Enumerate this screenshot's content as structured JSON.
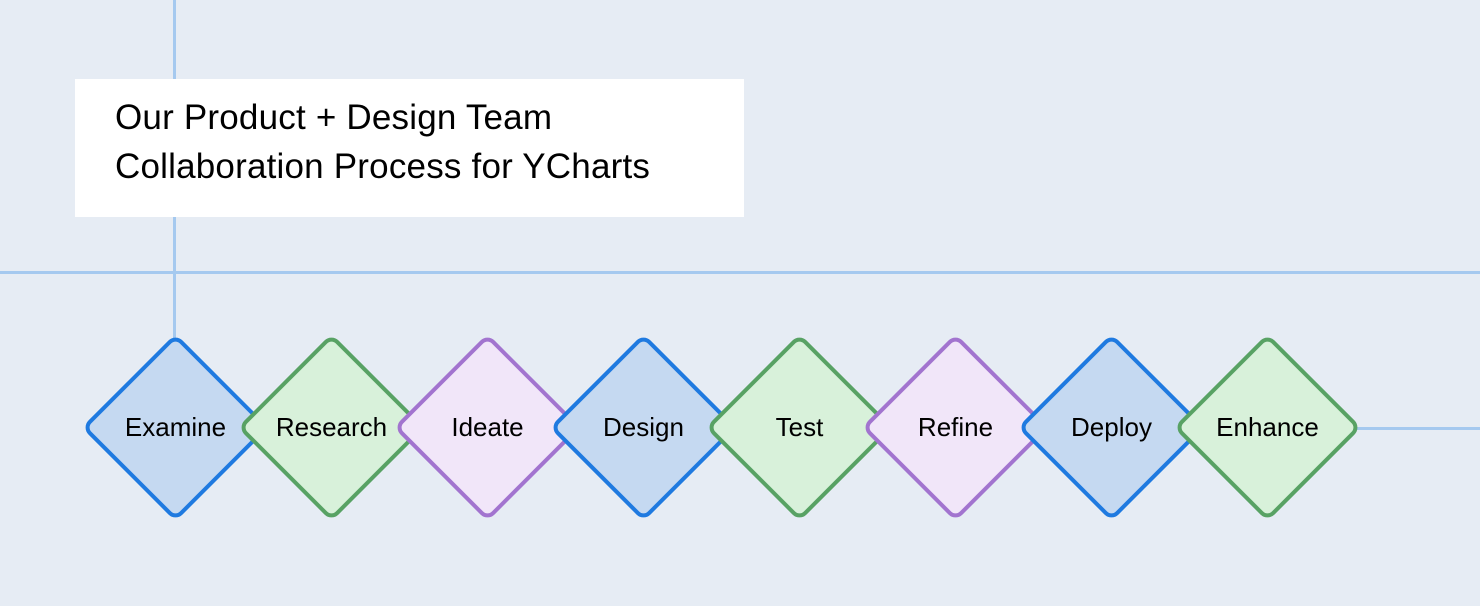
{
  "canvas": {
    "background_color": "#e6ecf4",
    "guide_line_color": "#a5c9ef"
  },
  "title_card": {
    "lines": [
      "Our Product + Design Team",
      "Collaboration Process for YCharts"
    ],
    "background_color": "#ffffff",
    "text_color": "#000000"
  },
  "process": {
    "steps": [
      {
        "label": "Examine",
        "color": "blue",
        "border_color": "#1f7ae0",
        "fill_color": "#c5d9f1"
      },
      {
        "label": "Research",
        "color": "green",
        "border_color": "#58a264",
        "fill_color": "#d8f1da"
      },
      {
        "label": "Ideate",
        "color": "purple",
        "border_color": "#a274cf",
        "fill_color": "#f1e6f9"
      },
      {
        "label": "Design",
        "color": "blue",
        "border_color": "#1f7ae0",
        "fill_color": "#c5d9f1"
      },
      {
        "label": "Test",
        "color": "green",
        "border_color": "#58a264",
        "fill_color": "#d8f1da"
      },
      {
        "label": "Refine",
        "color": "purple",
        "border_color": "#a274cf",
        "fill_color": "#f1e6f9"
      },
      {
        "label": "Deploy",
        "color": "blue",
        "border_color": "#1f7ae0",
        "fill_color": "#c5d9f1"
      },
      {
        "label": "Enhance",
        "color": "green",
        "border_color": "#58a264",
        "fill_color": "#d8f1da"
      }
    ]
  }
}
